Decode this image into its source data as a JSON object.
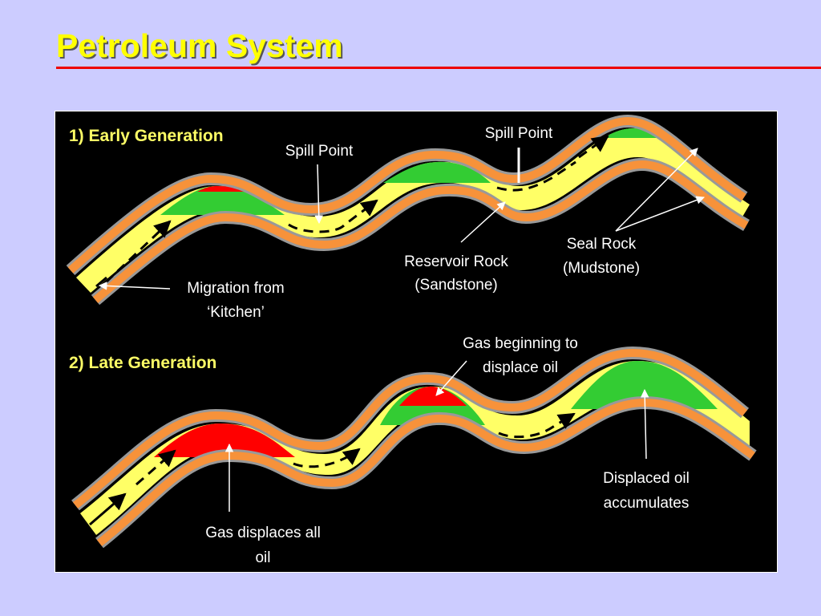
{
  "slide": {
    "title": "Petroleum System"
  },
  "panel_early": {
    "heading": "1) Early Generation",
    "spill_left": "Spill Point",
    "spill_right": "Spill Point",
    "reservoir_line1": "Reservoir Rock",
    "reservoir_line2": "(Sandstone)",
    "seal_line1": "Seal Rock",
    "seal_line2": "(Mudstone)",
    "migration_line1": "Migration from",
    "migration_line2": "‘Kitchen’"
  },
  "panel_late": {
    "heading": "2) Late Generation",
    "gas_begin_line1": "Gas beginning to",
    "gas_begin_line2": "displace oil",
    "displaced_line1": "Displaced oil",
    "displaced_line2": "accumulates",
    "gas_all_line1": "Gas displaces all",
    "gas_all_line2": "oil"
  },
  "colors": {
    "background": "#ccccff",
    "title": "#ffff00",
    "rule": "#ee0000",
    "seal_rock": "#f7923a",
    "reservoir_rock": "#ffff66",
    "oil": "#33cc33",
    "gas": "#ff0000"
  }
}
